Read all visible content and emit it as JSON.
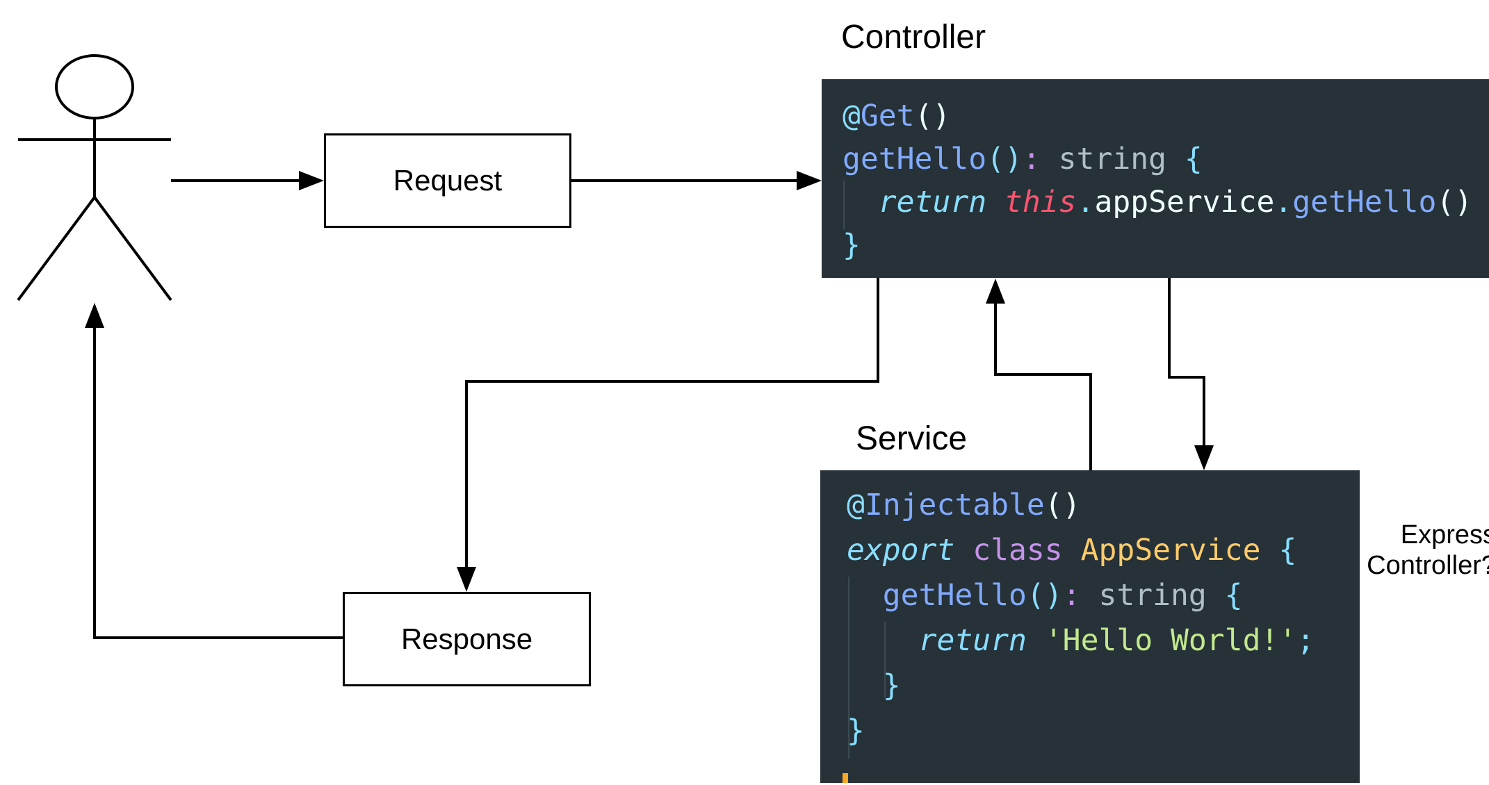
{
  "labels": {
    "controller_block": "Controller",
    "service_block": "Service",
    "request_box": "Request",
    "response_box": "Response",
    "side_note_line1": "Express",
    "side_note_line2": "Controller?"
  },
  "colors": {
    "page_background": "#ffffff",
    "diagram_stroke": "#000000",
    "code_background": "#263238",
    "token_blue": "#82aaff",
    "token_cyan": "#89ddff",
    "token_red_italic": "#ff5370",
    "token_white": "#eeffff",
    "token_gray": "#b0bec5",
    "token_purple": "#c792ea",
    "token_orange": "#ffcb6b",
    "token_green": "#c3e88d",
    "cursor_tick": "#f9a825"
  },
  "code": {
    "controller": {
      "lines": [
        [
          [
            "cyan",
            "@"
          ],
          [
            "blue",
            "Get"
          ],
          [
            "white",
            "()"
          ]
        ],
        [
          [
            "blue",
            "getHello"
          ],
          [
            "cyan",
            "()"
          ],
          [
            "pink",
            ":"
          ],
          [
            "gray",
            " string "
          ],
          [
            "cyan",
            "{"
          ]
        ],
        [
          [
            "plain",
            "  "
          ],
          [
            "icyan",
            "return"
          ],
          [
            "plain",
            " "
          ],
          [
            "ired",
            "this"
          ],
          [
            "cyan",
            "."
          ],
          [
            "white",
            "appService"
          ],
          [
            "cyan",
            "."
          ],
          [
            "blue",
            "getHello"
          ],
          [
            "white",
            "()"
          ]
        ],
        [
          [
            "cyan",
            "}"
          ]
        ]
      ]
    },
    "service": {
      "lines": [
        [
          [
            "cyan",
            "@"
          ],
          [
            "blue",
            "Injectable"
          ],
          [
            "white",
            "()"
          ]
        ],
        [
          [
            "icyan",
            "export"
          ],
          [
            "plain",
            " "
          ],
          [
            "purple",
            "class"
          ],
          [
            "plain",
            " "
          ],
          [
            "orange",
            "AppService"
          ],
          [
            "plain",
            " "
          ],
          [
            "cyan",
            "{"
          ]
        ],
        [
          [
            "plain",
            "  "
          ],
          [
            "blue",
            "getHello"
          ],
          [
            "cyan",
            "()"
          ],
          [
            "pink",
            ":"
          ],
          [
            "gray",
            " string "
          ],
          [
            "cyan",
            "{"
          ]
        ],
        [
          [
            "plain",
            "    "
          ],
          [
            "icyan",
            "return"
          ],
          [
            "plain",
            " "
          ],
          [
            "green",
            "'Hello World!'"
          ],
          [
            "cyan",
            ";"
          ]
        ],
        [
          [
            "plain",
            "  "
          ],
          [
            "cyan",
            "}"
          ]
        ],
        [
          [
            "cyan",
            "}"
          ]
        ]
      ]
    }
  }
}
